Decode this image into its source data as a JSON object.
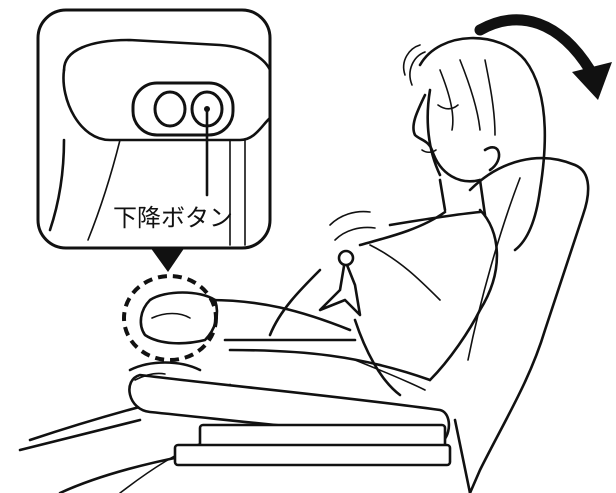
{
  "callout": {
    "button_label": "下降ボタン"
  },
  "colors": {
    "line": "#111111",
    "background": "#ffffff"
  },
  "icons": {
    "arrow": "recline-arrow",
    "callout_pointer": "triangle-down"
  }
}
